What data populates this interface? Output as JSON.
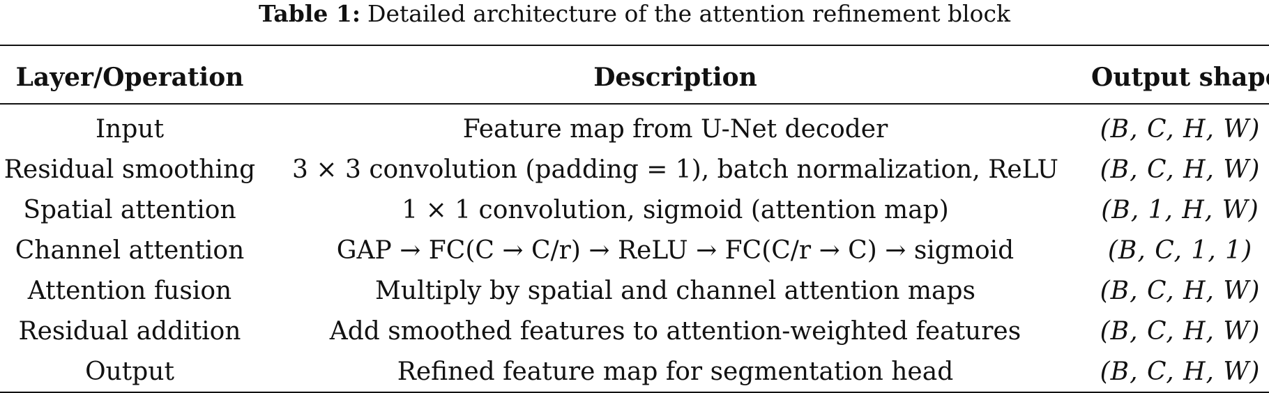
{
  "caption": {
    "label": "Table 1:",
    "text": "Detailed architecture of the attention refinement block"
  },
  "table": {
    "headers": [
      "Layer/Operation",
      "Description",
      "Output shape"
    ],
    "rows": [
      [
        "Input",
        "Feature map from U-Net decoder",
        "(B, C, H, W)"
      ],
      [
        "Residual smoothing",
        "3 × 3 convolution (padding = 1), batch normalization, ReLU",
        "(B, C, H, W)"
      ],
      [
        "Spatial attention",
        "1 × 1 convolution, sigmoid (attention map)",
        "(B, 1, H, W)"
      ],
      [
        "Channel attention",
        "GAP → FC(C → C/r) → ReLU → FC(C/r → C) → sigmoid",
        "(B, C, 1, 1)"
      ],
      [
        "Attention fusion",
        "Multiply by spatial and channel attention maps",
        "(B, C, H, W)"
      ],
      [
        "Residual addition",
        "Add smoothed features to attention-weighted features",
        "(B, C, H, W)"
      ],
      [
        "Output",
        "Refined feature map for segmentation head",
        "(B, C, H, W)"
      ]
    ]
  }
}
